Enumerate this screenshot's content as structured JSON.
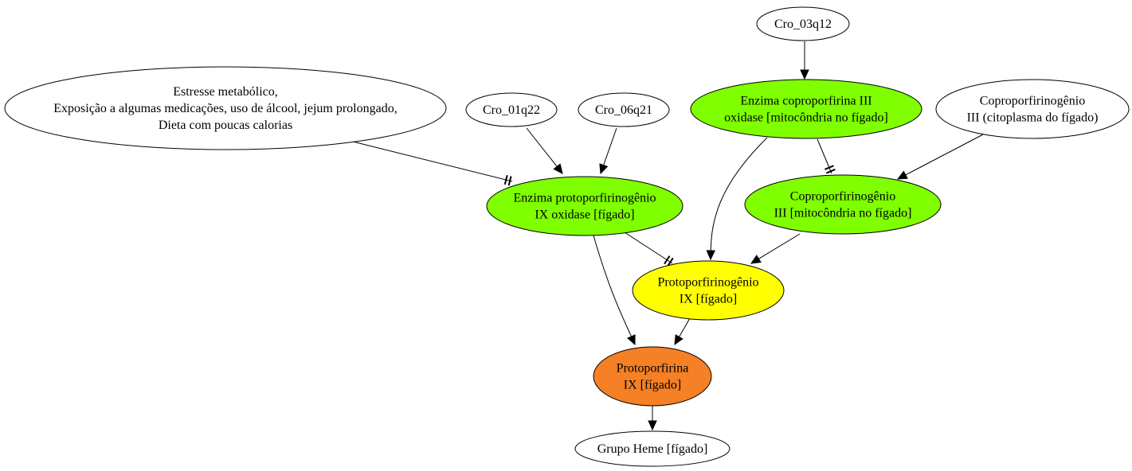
{
  "diagram": {
    "nodes": [
      {
        "id": "estresse",
        "lines": [
          "Estresse metabólico,",
          "Exposição a algumas medicações, uso de álcool, jejum prolongado,",
          "Dieta com poucas calorias"
        ],
        "fill": "#ffffff"
      },
      {
        "id": "cro01q22",
        "lines": [
          "Cro_01q22"
        ],
        "fill": "#ffffff"
      },
      {
        "id": "cro06q21",
        "lines": [
          "Cro_06q21"
        ],
        "fill": "#ffffff"
      },
      {
        "id": "cro03q12",
        "lines": [
          "Cro_03q12"
        ],
        "fill": "#ffffff"
      },
      {
        "id": "enz_copro",
        "lines": [
          "Enzima coproporfirina III",
          "oxidase [mitocôndria no fígado]"
        ],
        "fill": "#7fff00"
      },
      {
        "id": "copro_cito",
        "lines": [
          "Coproporfirinogênio",
          "III (citoplasma do fígado)"
        ],
        "fill": "#ffffff"
      },
      {
        "id": "enz_proto",
        "lines": [
          "Enzima protoporfirinogênio",
          "IX oxidase [fígado]"
        ],
        "fill": "#7fff00"
      },
      {
        "id": "copro_mito",
        "lines": [
          "Coproporfirinogênio",
          "III [mitocôndria no fígado]"
        ],
        "fill": "#7fff00"
      },
      {
        "id": "protogen",
        "lines": [
          "Protoporfirinogênio",
          "IX [fígado]"
        ],
        "fill": "#ffff00"
      },
      {
        "id": "protoporf",
        "lines": [
          "Protoporfirina",
          "IX [fígado]"
        ],
        "fill": "#f58025"
      },
      {
        "id": "heme",
        "lines": [
          "Grupo Heme [fígado]"
        ],
        "fill": "#ffffff"
      }
    ],
    "edges": [
      {
        "from": "estresse",
        "to": "enz_proto",
        "kind": "inhibit"
      },
      {
        "from": "cro01q22",
        "to": "enz_proto",
        "kind": "activate"
      },
      {
        "from": "cro06q21",
        "to": "enz_proto",
        "kind": "activate"
      },
      {
        "from": "cro03q12",
        "to": "enz_copro",
        "kind": "activate"
      },
      {
        "from": "enz_copro",
        "to": "copro_mito",
        "kind": "inhibit"
      },
      {
        "from": "enz_copro",
        "to": "protogen",
        "kind": "activate"
      },
      {
        "from": "copro_cito",
        "to": "copro_mito",
        "kind": "activate"
      },
      {
        "from": "enz_proto",
        "to": "protogen",
        "kind": "inhibit"
      },
      {
        "from": "enz_proto",
        "to": "protoporf",
        "kind": "activate"
      },
      {
        "from": "copro_mito",
        "to": "protogen",
        "kind": "activate"
      },
      {
        "from": "protogen",
        "to": "protoporf",
        "kind": "activate"
      },
      {
        "from": "protoporf",
        "to": "heme",
        "kind": "activate"
      }
    ]
  }
}
